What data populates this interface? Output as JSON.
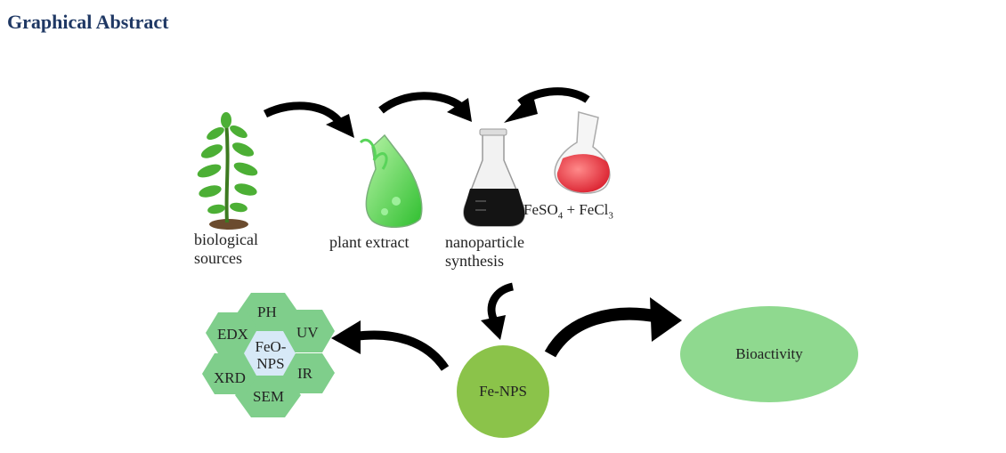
{
  "header": {
    "title": "Graphical Abstract"
  },
  "labels": {
    "biological_sources": "biological sources",
    "plant_extract": "plant extract",
    "nanoparticle_synthesis": "nanoparticle synthesis",
    "fe_nps": "Fe-NPS",
    "bioactivity": "Bioactivity"
  },
  "formula": {
    "a": "FeSO",
    "a_sub": "4",
    "plus": " + FeCl",
    "b_sub": "3"
  },
  "characterization": {
    "center": "FeO-NPS",
    "techniques": [
      "PH",
      "UV",
      "IR",
      "SEM",
      "XRD",
      "EDX"
    ]
  },
  "colors": {
    "title": "#1f3864",
    "hex_green": "#7fce8b",
    "hex_center": "#d7e9f7",
    "fe_nps_circle": "#8bc34a",
    "bioactivity_ellipse": "#8fd98f",
    "arrow": "#000000",
    "plant_extract": "#43d043",
    "synthesis_liquid": "#141414",
    "fecl_liquid": "#e8293a"
  },
  "icons": [
    "plant-icon",
    "green-flask-icon",
    "black-flask-icon",
    "red-flask-icon"
  ]
}
